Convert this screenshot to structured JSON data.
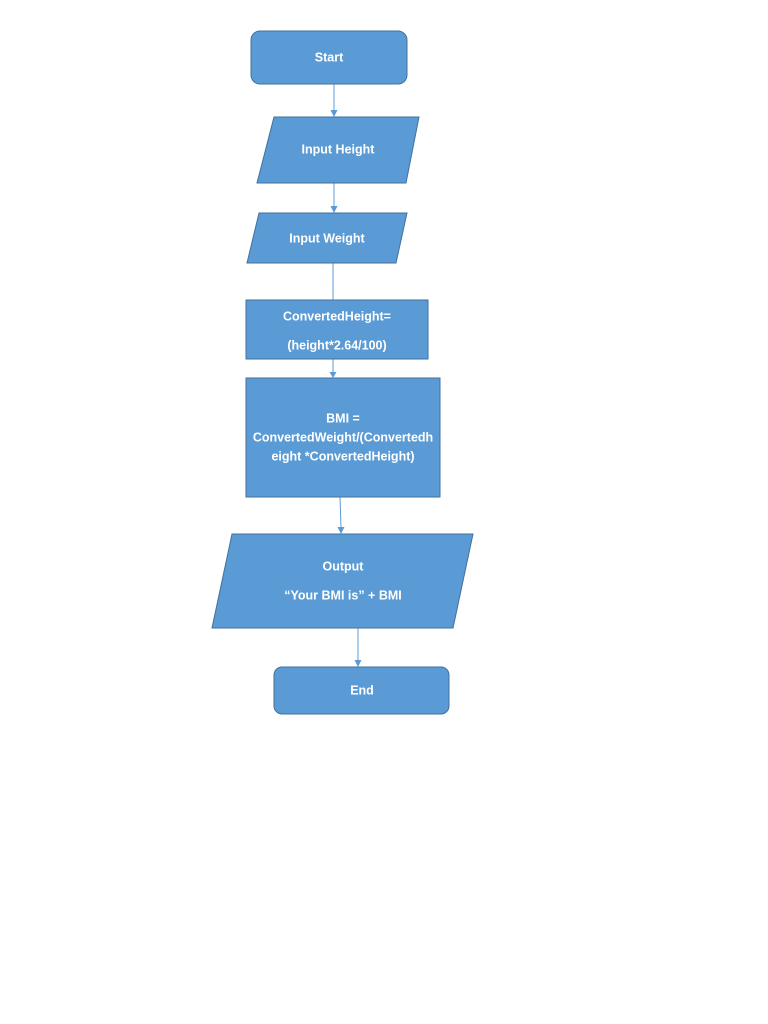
{
  "diagram": {
    "colors": {
      "shape_fill": "#5b9bd5",
      "shape_border": "#41719c",
      "connector": "#5b9bd5",
      "text": "#ffffff"
    },
    "nodes": {
      "start": {
        "shape": "rounded-rectangle",
        "lines": [
          "Start"
        ]
      },
      "input_height": {
        "shape": "parallelogram",
        "lines": [
          "Input Height"
        ]
      },
      "input_weight": {
        "shape": "parallelogram",
        "lines": [
          "Input Weight"
        ]
      },
      "convert_height": {
        "shape": "rectangle",
        "lines": [
          "ConvertedHeight=",
          "(height*2.64/100)"
        ]
      },
      "bmi_calc": {
        "shape": "rectangle",
        "lines": [
          "BMI =",
          "ConvertedWeight/(Convertedh",
          "eight *ConvertedHeight)"
        ]
      },
      "output": {
        "shape": "parallelogram",
        "lines": [
          "Output",
          "“Your BMI is” + BMI"
        ]
      },
      "end": {
        "shape": "rounded-rectangle",
        "lines": [
          "End"
        ]
      }
    }
  }
}
